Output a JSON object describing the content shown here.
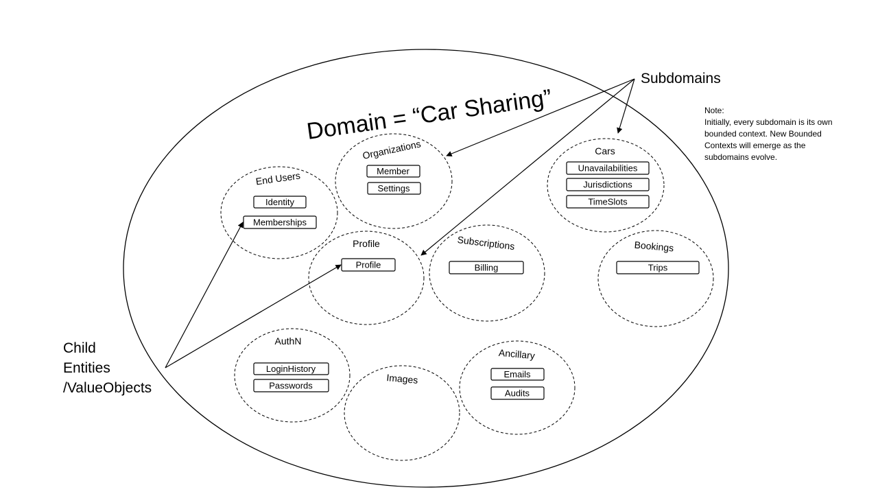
{
  "diagram": {
    "title": "Domain = “Car Sharing”",
    "subdomains_label": "Subdomains",
    "child_entities_label": [
      "Child",
      "Entities",
      "/ValueObjects"
    ],
    "note": {
      "heading": "Note:",
      "lines": [
        "Initially, every subdomain  is its own",
        "bounded  context. New Bounded",
        "Contexts will emerge as the",
        "subdomains  evolve."
      ]
    },
    "subdomains": {
      "organizations": {
        "title": "Organizations",
        "entities": [
          "Member",
          "Settings"
        ]
      },
      "end_users": {
        "title": "End Users",
        "entities": [
          "Identity",
          "Memberships"
        ]
      },
      "cars": {
        "title": "Cars",
        "entities": [
          "Unavailabilities",
          "Jurisdictions",
          "TimeSlots"
        ]
      },
      "profile": {
        "title": "Profile",
        "entities": [
          "Profile"
        ]
      },
      "subscriptions": {
        "title": "Subscriptions",
        "entities": [
          "Billing"
        ]
      },
      "bookings": {
        "title": "Bookings",
        "entities": [
          "Trips"
        ]
      },
      "authn": {
        "title": "AuthN",
        "entities": [
          "LoginHistory",
          "Passwords"
        ]
      },
      "images": {
        "title": "Images",
        "entities": []
      },
      "ancillary": {
        "title": "Ancillary",
        "entities": [
          "Emails",
          "Audits"
        ]
      }
    }
  }
}
